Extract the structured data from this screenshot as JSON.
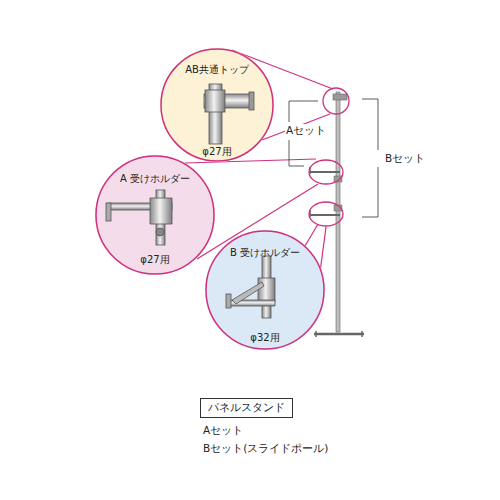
{
  "diagram": {
    "nodes": [
      {
        "text": [
          "AB共通トップ",
          "φ27用"
        ]
      },
      {
        "text": [
          "A 受けホルダー",
          "φ27用"
        ]
      },
      {
        "text": [
          "B 受けホルダー",
          "φ32用"
        ]
      },
      {
        "text": [
          "パネルスタンド"
        ]
      }
    ],
    "labels": [
      "Aセット",
      "Bセット",
      "Aセット",
      "Bセット(スライドポール)"
    ]
  }
}
